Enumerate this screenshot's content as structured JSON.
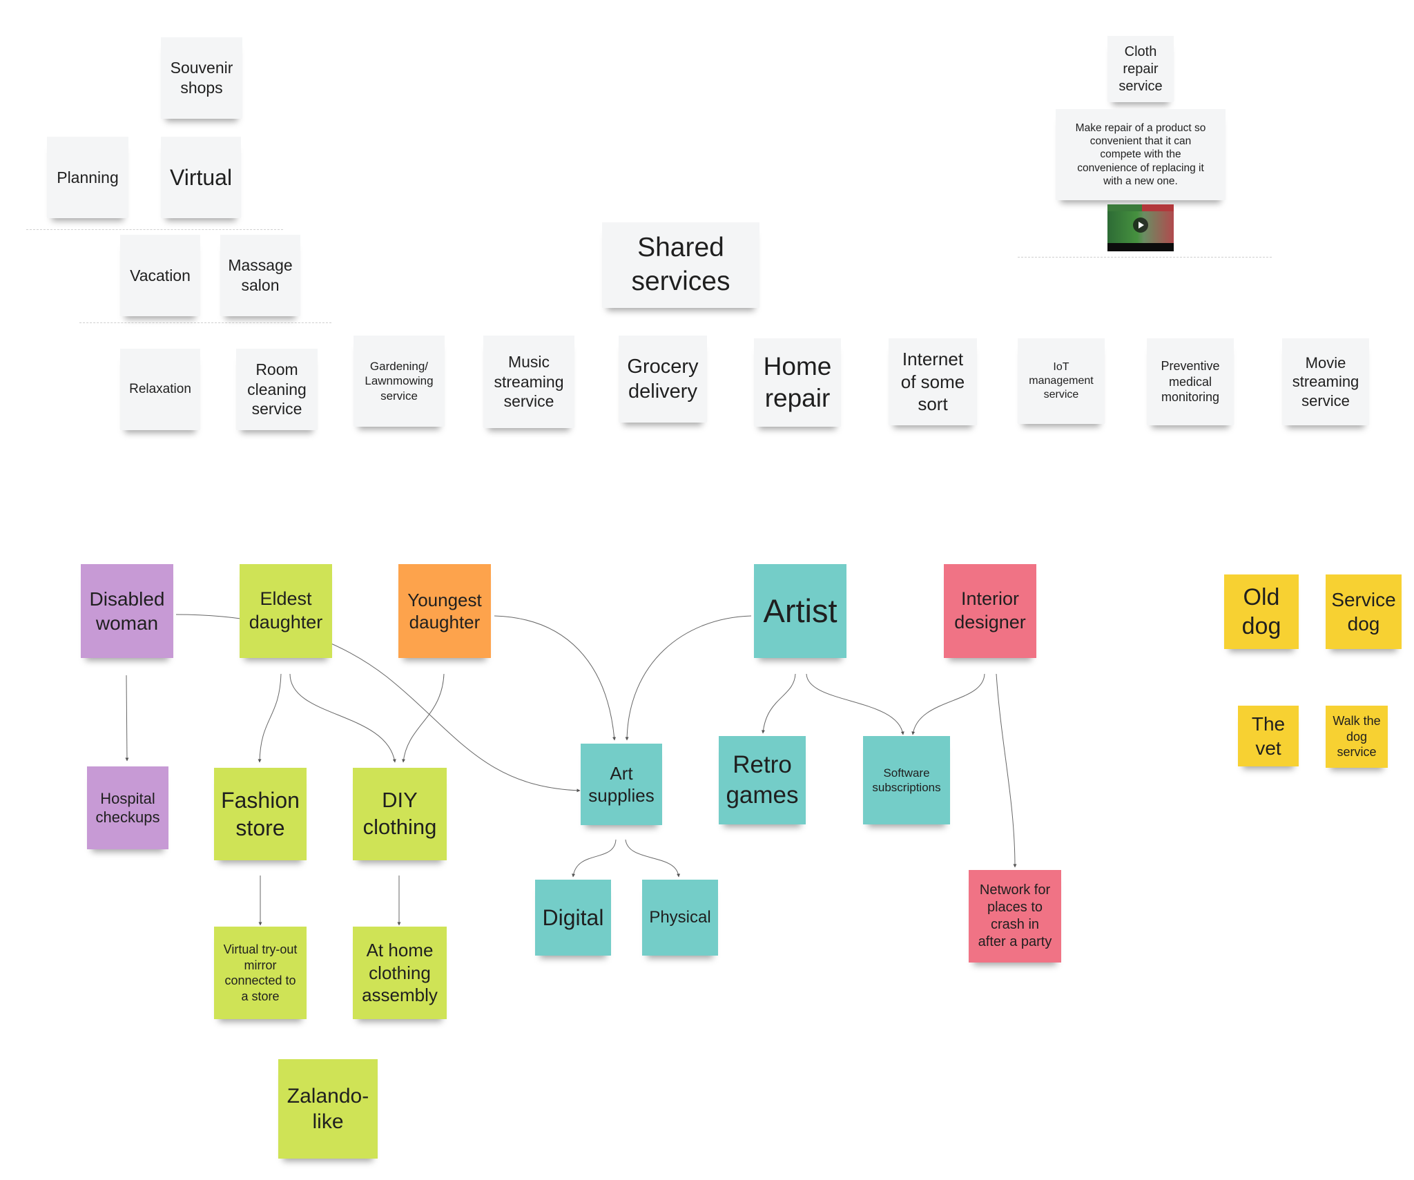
{
  "board": {
    "background": "#ffffff",
    "colors": {
      "white": "#f4f5f6",
      "purple": "#c79ad5",
      "lime": "#cfe356",
      "orange": "#fda34c",
      "teal": "#74cdc8",
      "red": "#f07385",
      "yellow": "#f7d132"
    },
    "notes": {
      "souvenir_shops": "Souvenir\nshops",
      "planning": "Planning",
      "virtual": "Virtual",
      "vacation": "Vacation",
      "massage_salon": "Massage\nsalon",
      "relaxation": "Relaxation",
      "room_cleaning": "Room\ncleaning\nservice",
      "gardening": "Gardening/\nLawnmowing\nservice",
      "music_streaming": "Music\nstreaming\nservice",
      "shared_services": "Shared\nservices",
      "grocery_delivery": "Grocery\ndelivery",
      "home_repair": "Home\nrepair",
      "internet": "Internet\nof some\nsort",
      "iot": "IoT\nmanagement\nservice",
      "preventive": "Preventive\nmedical\nmonitoring",
      "movie_streaming": "Movie\nstreaming\nservice",
      "cloth_repair": "Cloth\nrepair\nservice",
      "cloth_repair_desc": "Make repair of a product so\nconvenient that it can\ncompete with the\nconvenience of replacing it\nwith a new one.",
      "disabled_woman": "Disabled\nwoman",
      "eldest_daughter": "Eldest\ndaughter",
      "youngest_daughter": "Youngest\ndaughter",
      "artist": "Artist",
      "interior_designer": "Interior\ndesigner",
      "hospital_checkups": "Hospital\ncheckups",
      "fashion_store": "Fashion\nstore",
      "diy_clothing": "DIY\nclothing",
      "art_supplies": "Art\nsupplies",
      "retro_games": "Retro\ngames",
      "software_subscriptions": "Software\nsubscriptions",
      "digital": "Digital",
      "physical": "Physical",
      "network": "Network for\nplaces to\ncrash in\nafter a party",
      "virtual_tryout": "Virtual try-out\nmirror\nconnected to\na store",
      "at_home_assembly": "At home\nclothing\nassembly",
      "zalando": "Zalando-\nlike",
      "old_dog": "Old\ndog",
      "service_dog": "Service\ndog",
      "the_vet": "The\nvet",
      "walk_the_dog": "Walk the\ndog\nservice"
    },
    "video_thumbnail": {
      "icon": "play-icon"
    }
  }
}
